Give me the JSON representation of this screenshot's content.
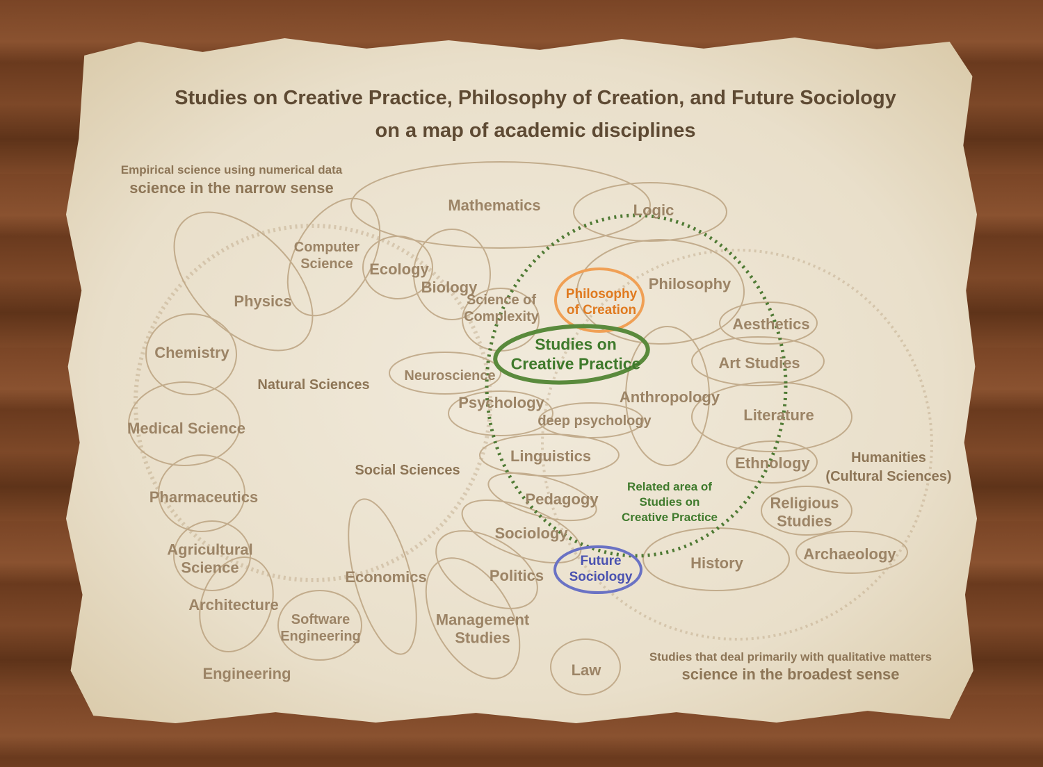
{
  "title": {
    "line1": "Studies on Creative Practice, Philosophy of Creation, and Future Sociology",
    "line2": "on a map of academic disciplines"
  },
  "corners": {
    "top_left_note": "Empirical science using numerical data",
    "top_left_main": "science in the narrow sense",
    "bottom_right_note": "Studies that deal primarily with qualitative matters",
    "bottom_right_main": "science in the broadest sense"
  },
  "regions": {
    "natural": "Natural Sciences",
    "social": "Social Sciences",
    "humanities_1": "Humanities",
    "humanities_2": "(Cultural Sciences)"
  },
  "highlights": {
    "philosophy_of_creation_1": "Philosophy",
    "philosophy_of_creation_2": "of Creation",
    "creative_practice_1": "Studies on",
    "creative_practice_2": "Creative Practice",
    "future_sociology_1": "Future",
    "future_sociology_2": "Sociology",
    "related_1": "Related area of",
    "related_2": "Studies on",
    "related_3": "Creative Practice",
    "colors": {
      "orange": "#e07a1f",
      "green": "#3f7a2c",
      "blue": "#4a52b0"
    }
  },
  "disciplines": {
    "mathematics": "Mathematics",
    "logic": "Logic",
    "computer_science_1": "Computer",
    "computer_science_2": "Science",
    "ecology": "Ecology",
    "biology": "Biology",
    "physics": "Physics",
    "complexity_1": "Science of",
    "complexity_2": "Complexity",
    "philosophy": "Philosophy",
    "aesthetics": "Aesthetics",
    "art_studies": "Art Studies",
    "chemistry": "Chemistry",
    "neuroscience": "Neuroscience",
    "anthropology": "Anthropology",
    "psychology": "Psychology",
    "deep_psychology": "deep psychology",
    "literature": "Literature",
    "medical_science": "Medical Science",
    "linguistics": "Linguistics",
    "ethnology": "Ethnology",
    "pharmaceutics": "Pharmaceutics",
    "pedagogy": "Pedagogy",
    "religious_1": "Religious",
    "religious_2": "Studies",
    "sociology": "Sociology",
    "agricultural_1": "Agricultural",
    "agricultural_2": "Science",
    "history": "History",
    "archaeology": "Archaeology",
    "economics": "Economics",
    "politics": "Politics",
    "architecture": "Architecture",
    "software_1": "Software",
    "software_2": "Engineering",
    "management_1": "Management",
    "management_2": "Studies",
    "law": "Law",
    "engineering": "Engineering"
  }
}
